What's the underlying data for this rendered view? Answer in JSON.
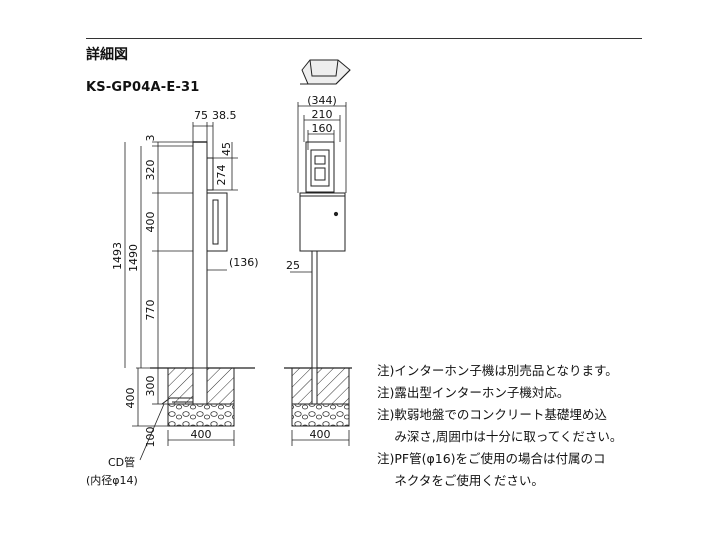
{
  "header": {
    "title": "詳細図",
    "model": "KS-GP04A-E-31"
  },
  "side_view": {
    "top_dims": [
      "75",
      "38.5"
    ],
    "right_dims": [
      "45",
      "274",
      "(136)"
    ],
    "left_segments": [
      "3",
      "320",
      "400",
      "770"
    ],
    "totals": [
      "1493",
      "1490"
    ],
    "ground_dims": [
      "300",
      "100"
    ],
    "ground_total": "400",
    "foundation_width": "400",
    "cd_label": "CD管",
    "cd_inner": "(内径φ14)"
  },
  "front_view": {
    "top_dims": [
      "(344)",
      "210",
      "160"
    ],
    "left_dim": "25",
    "foundation_width": "400"
  },
  "notes": [
    {
      "mark": "注)",
      "lines": [
        "インターホン子機は別売品となります。"
      ]
    },
    {
      "mark": "注)",
      "lines": [
        "露出型インターホン子機対応。"
      ]
    },
    {
      "mark": "注)",
      "lines": [
        "軟弱地盤でのコンクリート基礎埋め込",
        "み深さ,周囲巾は十分に取ってください。"
      ]
    },
    {
      "mark": "注)",
      "lines": [
        "PF管(φ16)をご使用の場合は付属のコ",
        "ネクタをご使用ください。"
      ]
    }
  ]
}
